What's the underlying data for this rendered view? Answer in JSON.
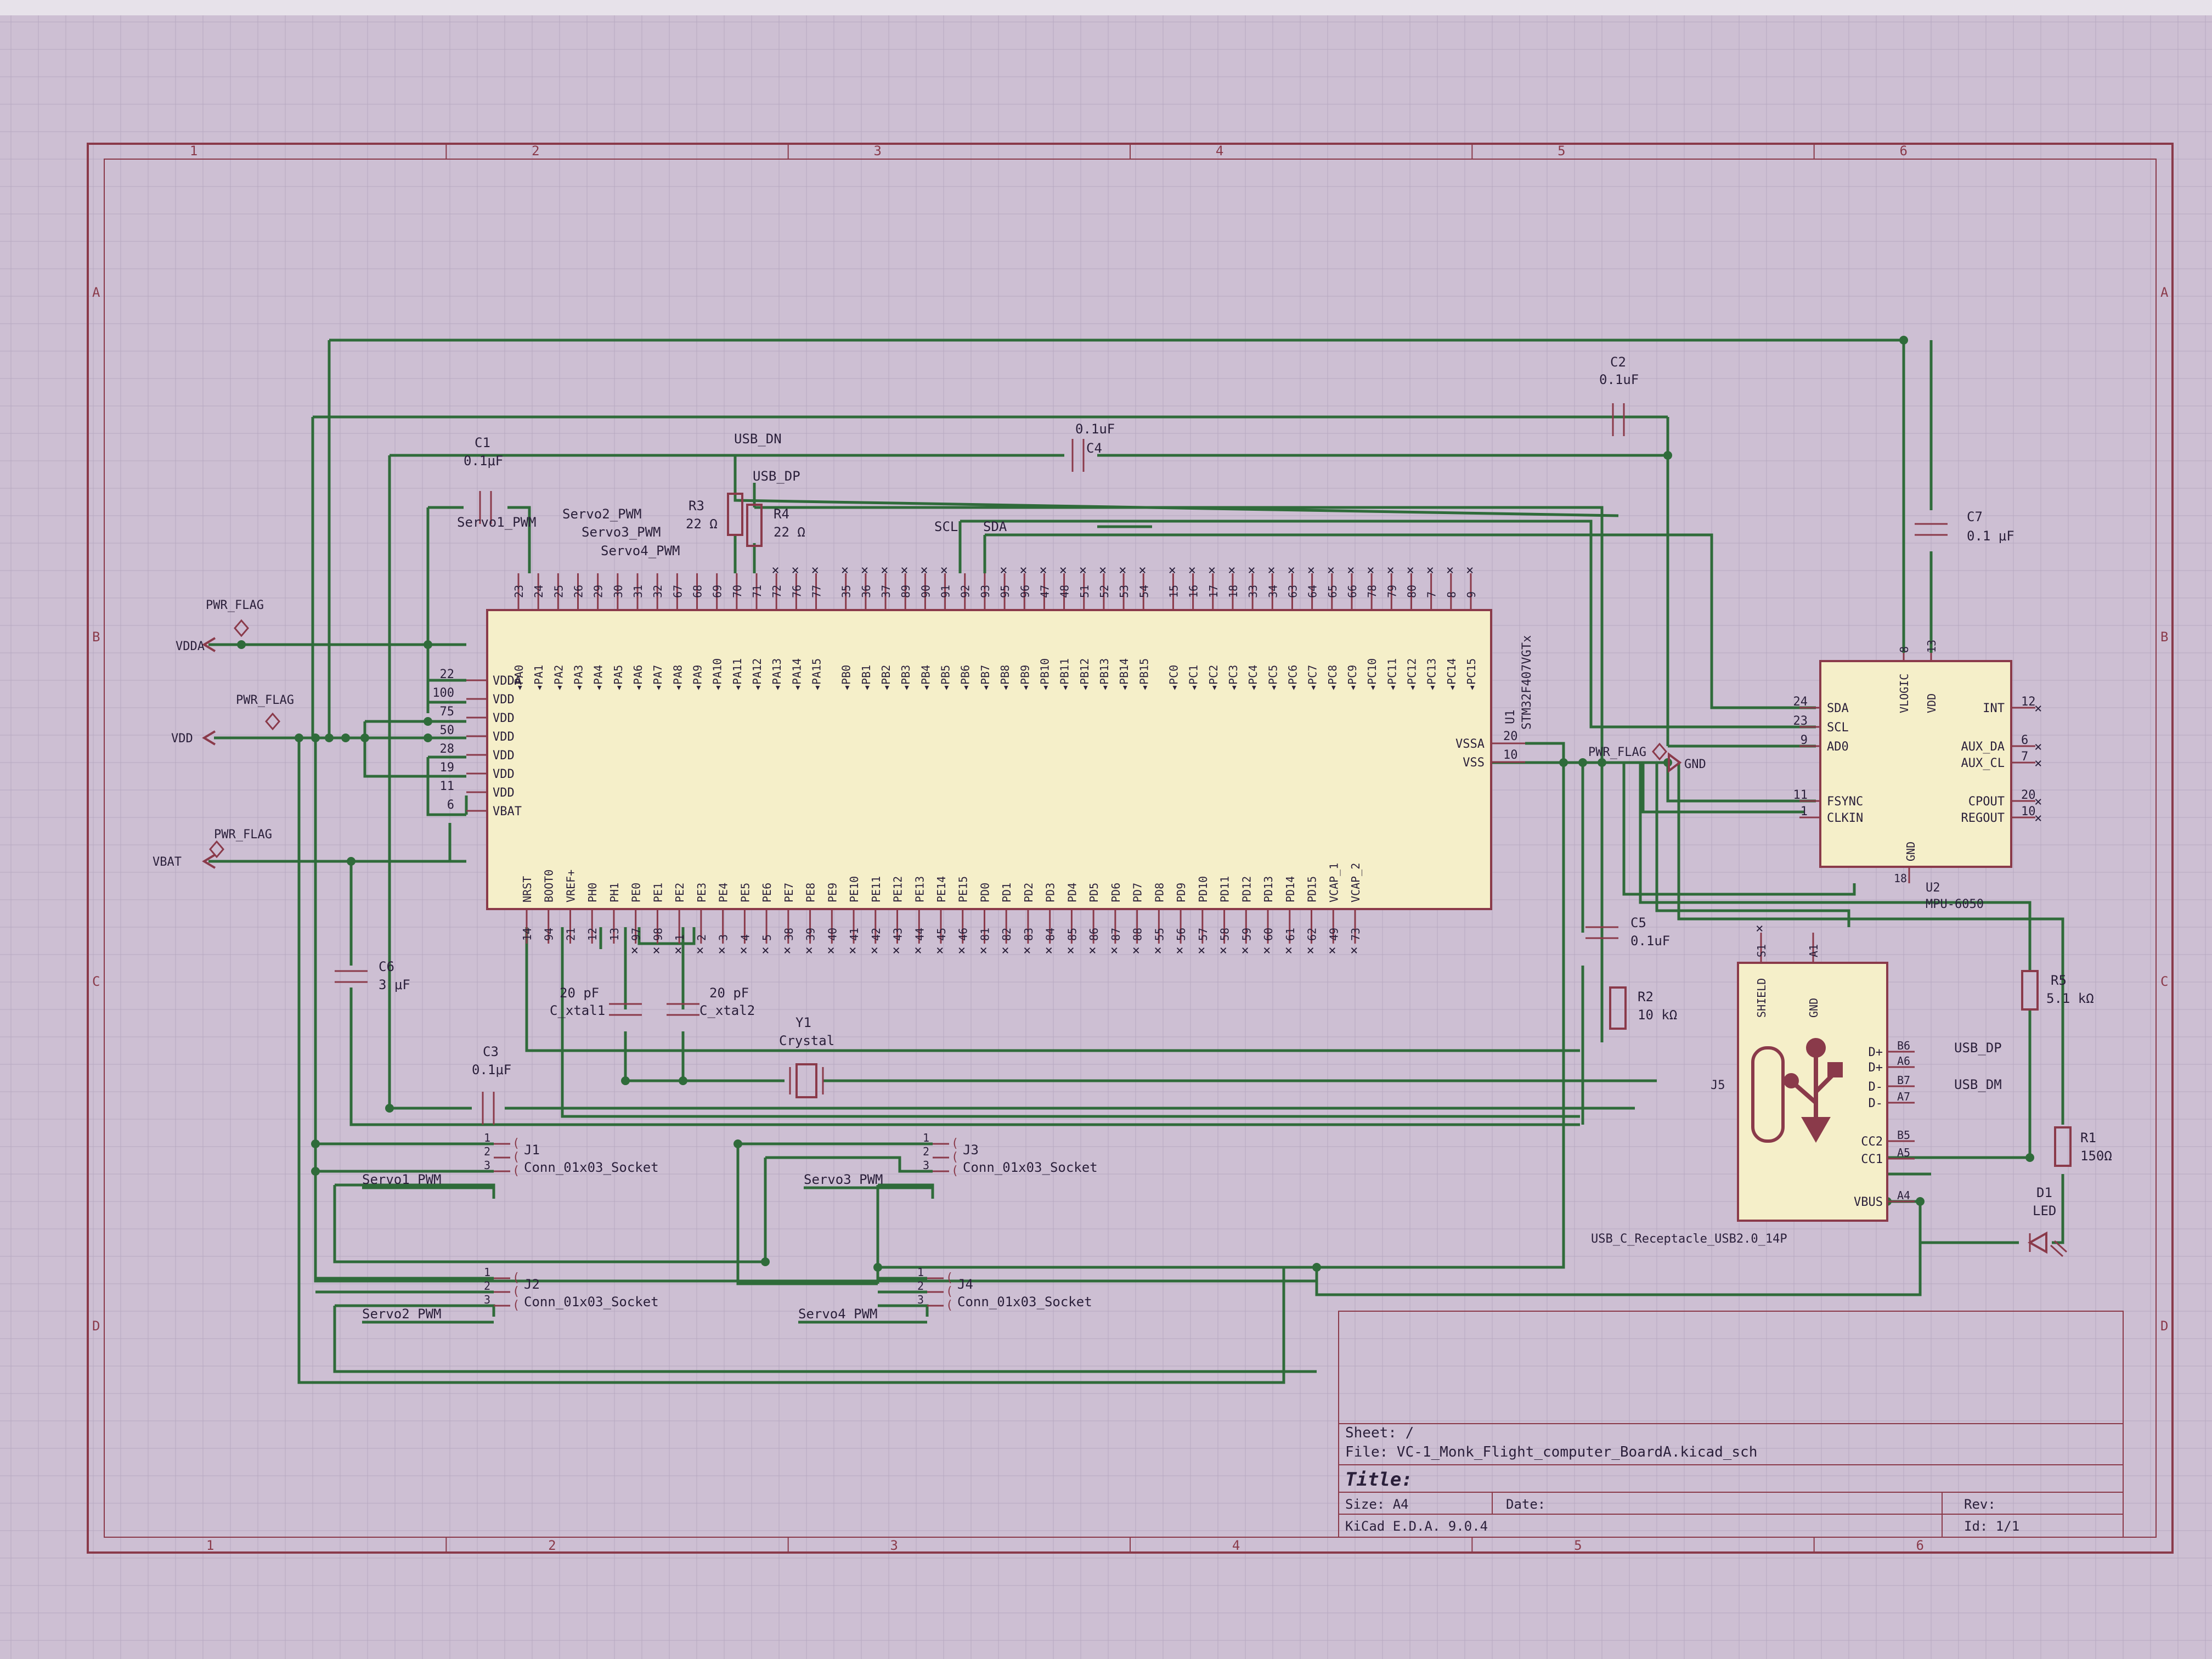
{
  "frame": {
    "col_labels": [
      "1",
      "2",
      "3",
      "4",
      "5",
      "6"
    ],
    "row_labels": [
      "A",
      "B",
      "C",
      "D"
    ]
  },
  "mcu": {
    "ref": "U1",
    "value": "STM32F407VGTx",
    "top_pins": [
      "PA0",
      "PA1",
      "PA2",
      "PA3",
      "PA4",
      "PA5",
      "PA6",
      "PA7",
      "PA8",
      "PA9",
      "PA10",
      "PA11",
      "PA12",
      "PA13",
      "PA14",
      "PA15",
      "PB0",
      "PB1",
      "PB2",
      "PB3",
      "PB4",
      "PB5",
      "PB6",
      "PB7",
      "PB8",
      "PB9",
      "PB10",
      "PB11",
      "PB12",
      "PB13",
      "PB14",
      "PB15",
      "PC0",
      "PC1",
      "PC2",
      "PC3",
      "PC4",
      "PC5",
      "PC6",
      "PC7",
      "PC8",
      "PC9",
      "PC10",
      "PC11",
      "PC12",
      "PC13",
      "PC14",
      "PC15"
    ],
    "top_nums": [
      "23",
      "24",
      "25",
      "26",
      "29",
      "30",
      "31",
      "32",
      "67",
      "68",
      "69",
      "70",
      "71",
      "72",
      "76",
      "77",
      "35",
      "36",
      "37",
      "89",
      "90",
      "91",
      "92",
      "93",
      "95",
      "96",
      "47",
      "48",
      "51",
      "52",
      "53",
      "54",
      "15",
      "16",
      "17",
      "18",
      "33",
      "34",
      "63",
      "64",
      "65",
      "66",
      "78",
      "79",
      "80",
      "7",
      "8",
      "9"
    ],
    "left_pins": [
      {
        "name": "VDDA",
        "num": "22"
      },
      {
        "name": "VDD",
        "num": "100"
      },
      {
        "name": "VDD",
        "num": "75"
      },
      {
        "name": "VDD",
        "num": "50"
      },
      {
        "name": "VDD",
        "num": "28"
      },
      {
        "name": "VDD",
        "num": "19"
      },
      {
        "name": "VDD",
        "num": "11"
      },
      {
        "name": "VBAT",
        "num": "6"
      }
    ],
    "right_pins": [
      {
        "name": "VSSA",
        "num": "20"
      },
      {
        "name": "VSS",
        "num": "10"
      }
    ],
    "bottom_pins": [
      "NRST",
      "BOOT0",
      "VREF+",
      "PH0",
      "PH1",
      "PE0",
      "PE1",
      "PE2",
      "PE3",
      "PE4",
      "PE5",
      "PE6",
      "PE7",
      "PE8",
      "PE9",
      "PE10",
      "PE11",
      "PE12",
      "PE13",
      "PE14",
      "PE15",
      "PD0",
      "PD1",
      "PD2",
      "PD3",
      "PD4",
      "PD5",
      "PD6",
      "PD7",
      "PD8",
      "PD9",
      "PD10",
      "PD11",
      "PD12",
      "PD13",
      "PD14",
      "PD15",
      "VCAP_1",
      "VCAP_2"
    ],
    "bottom_nums": [
      "14",
      "94",
      "21",
      "12",
      "13",
      "97",
      "98",
      "1",
      "2",
      "3",
      "4",
      "5",
      "38",
      "39",
      "40",
      "41",
      "42",
      "43",
      "44",
      "45",
      "46",
      "81",
      "82",
      "83",
      "84",
      "85",
      "86",
      "87",
      "88",
      "55",
      "56",
      "57",
      "58",
      "59",
      "60",
      "61",
      "62",
      "49",
      "73"
    ]
  },
  "imu": {
    "ref": "U2",
    "value": "MPU-6050",
    "left_pins": [
      {
        "name": "SDA",
        "num": "24"
      },
      {
        "name": "SCL",
        "num": "23"
      },
      {
        "name": "AD0",
        "num": "9"
      },
      {
        "name": "FSYNC",
        "num": "11"
      },
      {
        "name": "CLKIN",
        "num": "1"
      }
    ],
    "right_pins": [
      {
        "name": "INT",
        "num": "12"
      },
      {
        "name": "AUX_DA",
        "num": "6"
      },
      {
        "name": "AUX_CL",
        "num": "7"
      },
      {
        "name": "CPOUT",
        "num": "20"
      },
      {
        "name": "REGOUT",
        "num": "10"
      }
    ],
    "top_pins": [
      {
        "name": "VLOGIC",
        "num": "8"
      },
      {
        "name": "VDD",
        "num": "13"
      }
    ],
    "bottom_pin": {
      "name": "GND",
      "num": "18"
    }
  },
  "usb": {
    "ref": "J5",
    "value": "USB_C_Receptacle_USB2.0_14P",
    "top_pins": [
      {
        "name": "SHIELD",
        "num": "S1"
      },
      {
        "name": "GND",
        "num": "A1"
      }
    ],
    "right_pins": [
      {
        "name": "D+",
        "num": "B6"
      },
      {
        "name": "D+",
        "num": "A6"
      },
      {
        "name": "D-",
        "num": "B7"
      },
      {
        "name": "D-",
        "num": "A7"
      },
      {
        "name": "CC2",
        "num": "B5"
      },
      {
        "name": "CC1",
        "num": "A5"
      },
      {
        "name": "VBUS",
        "num": "A4"
      }
    ]
  },
  "passives": {
    "c1": {
      "ref": "C1",
      "value": "0.1μF"
    },
    "c2": {
      "ref": "C2",
      "value": "0.1uF"
    },
    "c3": {
      "ref": "C3",
      "value": "0.1μF"
    },
    "c4": {
      "ref": "C4",
      "value": "0.1uF"
    },
    "c5": {
      "ref": "C5",
      "value": "0.1uF"
    },
    "c6": {
      "ref": "C6",
      "value": "3 μF"
    },
    "c7": {
      "ref": "C7",
      "value": "0.1 μF"
    },
    "cx1": {
      "ref": "C_xtal1",
      "value": "20 pF"
    },
    "cx2": {
      "ref": "C_xtal2",
      "value": "20 pF"
    },
    "r1": {
      "ref": "R1",
      "value": "150Ω"
    },
    "r2": {
      "ref": "R2",
      "value": "10 kΩ"
    },
    "r3": {
      "ref": "R3",
      "value": "22 Ω"
    },
    "r4": {
      "ref": "R4",
      "value": "22 Ω"
    },
    "r5": {
      "ref": "R5",
      "value": "5.1 kΩ"
    },
    "y1": {
      "ref": "Y1",
      "value": "Crystal"
    },
    "d1": {
      "ref": "D1",
      "value": "LED"
    }
  },
  "connectors": [
    {
      "ref": "J1",
      "value": "Conn_01x03_Socket",
      "net": "Servo1_PWM",
      "pins": [
        "1",
        "2",
        "3"
      ]
    },
    {
      "ref": "J2",
      "value": "Conn_01x03_Socket",
      "net": "Servo2_PWM",
      "pins": [
        "1",
        "2",
        "3"
      ]
    },
    {
      "ref": "J3",
      "value": "Conn_01x03_Socket",
      "net": "Servo3_PWM",
      "pins": [
        "1",
        "2",
        "3"
      ]
    },
    {
      "ref": "J4",
      "value": "Conn_01x03_Socket",
      "net": "Servo4_PWM",
      "pins": [
        "1",
        "2",
        "3"
      ]
    }
  ],
  "nets": {
    "vdda": "VDDA",
    "vdd": "VDD",
    "vbat": "VBAT",
    "gnd": "GND",
    "pwr_flag": "PWR_FLAG",
    "usb_dn": "USB_DN",
    "usb_dp": "USB_DP",
    "usb_dp_r": "USB_DP",
    "usb_dm_r": "USB_DM",
    "scl": "SCL",
    "sda": "SDA",
    "servo1": "Servo1_PWM",
    "servo2": "Servo2_PWM",
    "servo3": "Servo3_PWM",
    "servo4": "Servo4_PWM"
  },
  "title_block": {
    "sheet": "Sheet: /",
    "file": "File: VC-1_Monk_Flight_computer_BoardA.kicad_sch",
    "title": "Title:",
    "size": "Size: A4",
    "date": "Date:",
    "rev": "Rev:",
    "tool": "KiCad E.D.A. 9.0.4",
    "id": "Id: 1/1"
  }
}
